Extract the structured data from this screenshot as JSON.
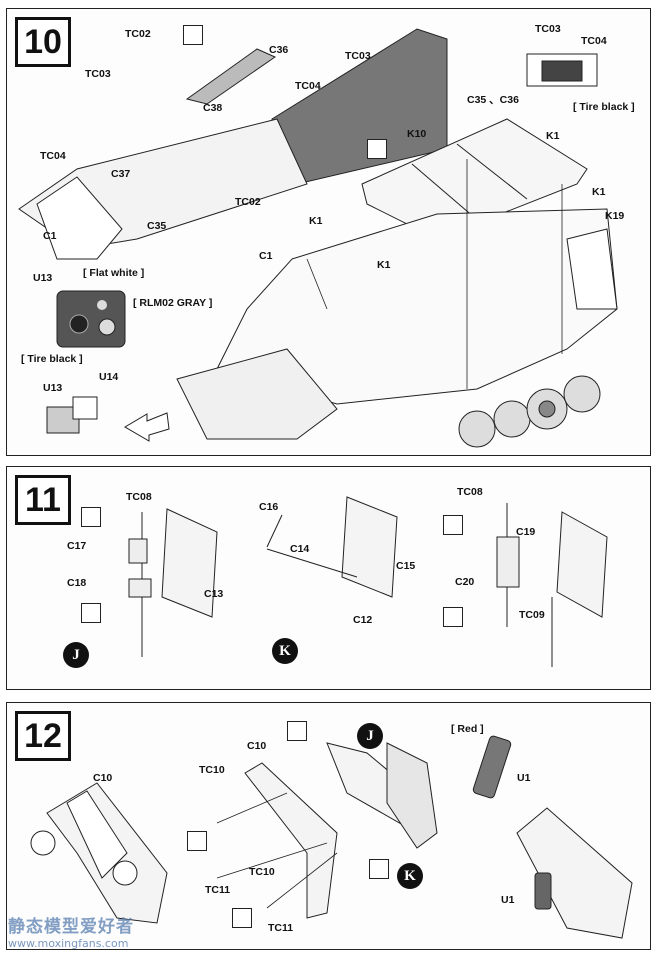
{
  "steps": [
    {
      "number": "10",
      "labels": {
        "tc02_top": "TC02",
        "tc03_left": "TC03",
        "c36": "C36",
        "tc03_mid": "TC03",
        "tc04_mid": "TC04",
        "c38": "C38",
        "tc04_left": "TC04",
        "c37": "C37",
        "c35": "C35",
        "c1_left": "C1",
        "tc02_bottom": "TC02",
        "k10": "K10",
        "k1_a": "K1",
        "k1_b": "K1",
        "k1_c": "K1",
        "k1_d": "K1",
        "k19": "K19",
        "c1_center": "C1",
        "u13_a": "U13",
        "u13_b": "U13",
        "u14": "U14",
        "inset_tc03": "TC03",
        "inset_tc04": "TC04",
        "inset_c35_c36": "C35 、C36"
      },
      "paint_notes": {
        "tire_black_inset": "[ Tire black ]",
        "flat_white": "[ Flat white ]",
        "rlm02_gray": "[ RLM02  GRAY ]",
        "tire_black_u13": "[ Tire black ]"
      }
    },
    {
      "number": "11",
      "labels": {
        "tc08_a": "TC08",
        "c17": "C17",
        "c18": "C18",
        "c13": "C13",
        "c16": "C16",
        "c14": "C14",
        "c15": "C15",
        "c12": "C12",
        "tc08_b": "TC08",
        "c19": "C19",
        "c20": "C20",
        "tc09": "TC09"
      },
      "markers": {
        "j": "J",
        "k": "K"
      }
    },
    {
      "number": "12",
      "labels": {
        "c10_left": "C10",
        "c10_mid": "C10",
        "tc10_a": "TC10",
        "tc10_b": "TC10",
        "tc11_a": "TC11",
        "tc11_b": "TC11",
        "u1_a": "U1",
        "u1_b": "U1"
      },
      "paint_notes": {
        "red": "[ Red ]"
      },
      "markers": {
        "j": "J",
        "k": "K"
      }
    }
  ],
  "watermark": {
    "chinese": "静态模型爱好者",
    "url": "www.moxingfans.com"
  }
}
